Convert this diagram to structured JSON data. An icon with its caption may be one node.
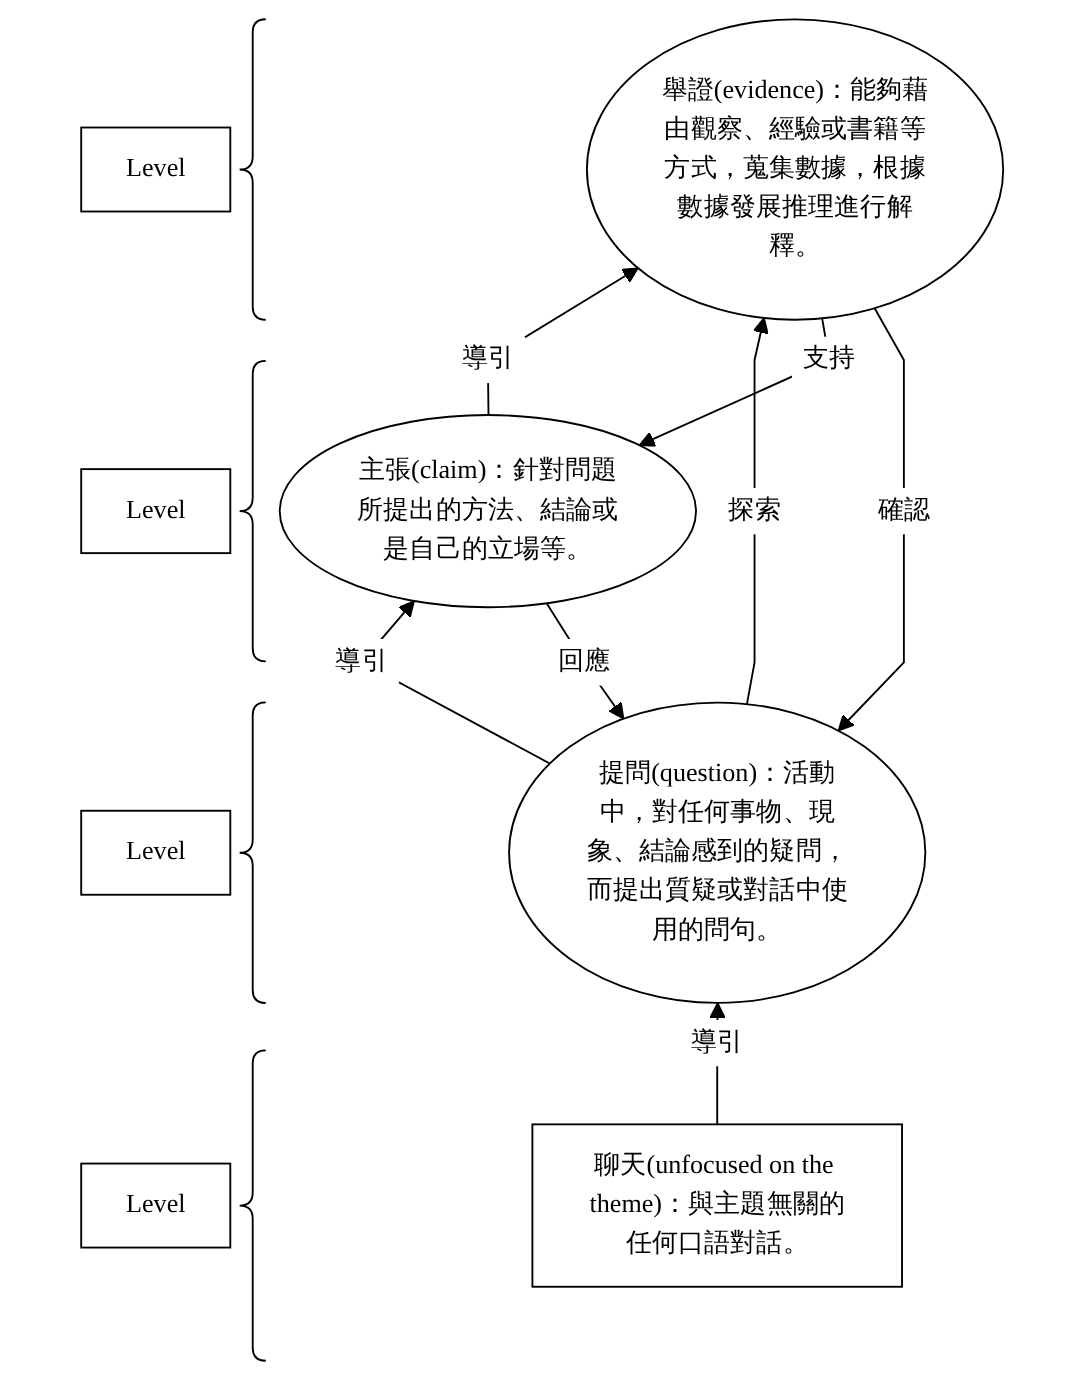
{
  "diagram": {
    "nodes": [
      {
        "text": [
          "Level"
        ]
      },
      {
        "text": [
          "舉證(evidence)：能夠藉由觀察、經驗或書籍等方式，蒐集數據，根據數據發展推理進行解釋。"
        ]
      },
      {
        "text": [
          "Level"
        ]
      },
      {
        "text": [
          "主張(claim)：針對問題所提出的方法、結論或是自己的立場等。"
        ]
      },
      {
        "text": [
          "Level"
        ]
      },
      {
        "text": [
          "提問(question)：活動中，對任何事物、現象、結論感到的疑問，而提出質疑或對話中使用的問句。"
        ]
      },
      {
        "text": [
          "Level"
        ]
      },
      {
        "text": [
          "聊天(unfocused on the theme)：與主題無關的任何口語對話。"
        ]
      }
    ],
    "edges": [
      {
        "from": 1,
        "to": 3,
        "arrow": "to",
        "label": "支持"
      },
      {
        "from": 3,
        "to": 1,
        "arrow": "to",
        "label": "導引"
      },
      {
        "from": 3,
        "to": 5,
        "arrow": "to",
        "label": "回應"
      },
      {
        "from": 5,
        "to": 3,
        "arrow": "to",
        "label": "導引"
      },
      {
        "from": 1,
        "to": 5,
        "arrow": "to",
        "label": "確認"
      },
      {
        "from": 5,
        "to": 1,
        "arrow": "to",
        "label": "探索"
      },
      {
        "from": 7,
        "to": 5,
        "arrow": "to",
        "label": "導引"
      }
    ]
  }
}
